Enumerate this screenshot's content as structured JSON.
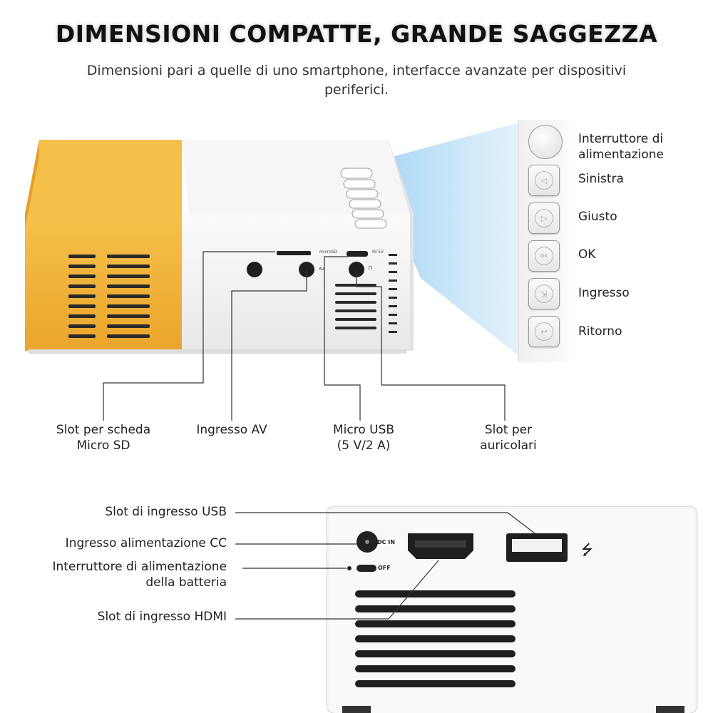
{
  "header": {
    "title": "DIMENSIONI COMPATTE, GRANDE SAGGEZZA",
    "subtitle": "Dimensioni pari a quelle di uno smartphone, interfacce avanzate per dispositivi periferici."
  },
  "device_top": {
    "port_markings": {
      "microsd": "microSD",
      "in5v": "IN 5V",
      "av": "AV"
    }
  },
  "control_panel": {
    "buttons": [
      {
        "label": "Interruttore di\nalimentazione",
        "icon": "power-button-icon"
      },
      {
        "label": "Sinistra",
        "icon": "triangle-left-icon"
      },
      {
        "label": "Giusto",
        "icon": "triangle-right-icon"
      },
      {
        "label": "OK",
        "icon": "ok-icon"
      },
      {
        "label": "Ingresso",
        "icon": "input-icon"
      },
      {
        "label": "Ritorno",
        "icon": "return-icon"
      }
    ],
    "ok_glyph": "OK"
  },
  "side_ports": [
    {
      "label": "Slot per scheda\nMicro SD"
    },
    {
      "label": "Ingresso AV"
    },
    {
      "label": "Micro USB\n(5 V/2 A)"
    },
    {
      "label": "Slot per\nauricolari"
    }
  ],
  "back_panel": {
    "callouts": [
      {
        "label": "Slot di ingresso USB"
      },
      {
        "label": "Ingresso alimentazione CC"
      },
      {
        "label": "Interruttore di alimentazione\ndella batteria"
      },
      {
        "label": "Slot di ingresso HDMI"
      }
    ],
    "markings": {
      "dc_in": "DC IN",
      "off": "OFF"
    },
    "usb_symbol": "⭍"
  },
  "colors": {
    "accent_yellow": "#f2b53a",
    "device_white": "#f4f4f4",
    "light_beam": "#bfe0f7"
  }
}
